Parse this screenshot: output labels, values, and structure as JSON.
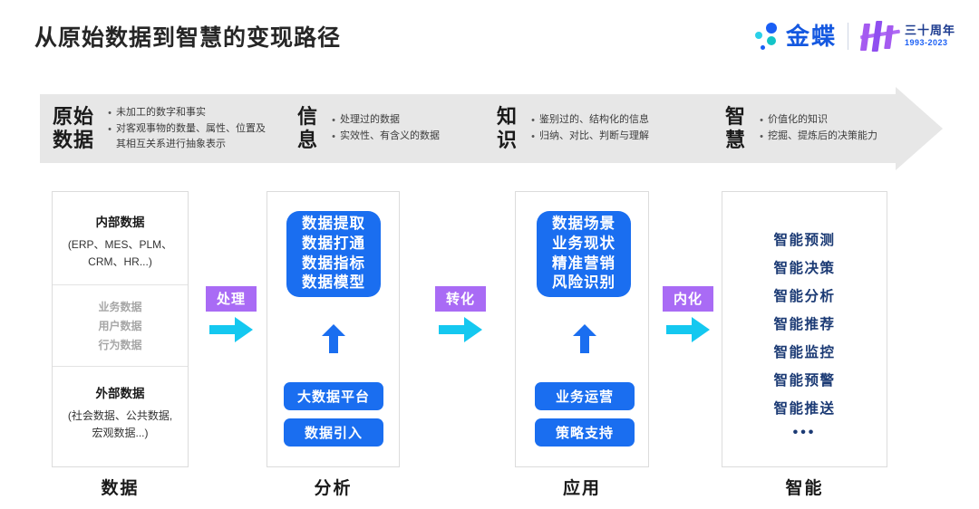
{
  "header": {
    "title": "从原始数据到智慧的变现路径",
    "brand": {
      "name": "金蝶",
      "anniversary_top": "三十周年",
      "anniversary_bottom": "1993-2023"
    }
  },
  "banner": {
    "stages": [
      {
        "head": "原始\n数据",
        "head_line1": "原始",
        "head_line2": "数据",
        "bullets": [
          "未加工的数字和事实",
          "对客观事物的数量、属性、位置及其相互关系进行抽象表示"
        ]
      },
      {
        "head_line1": "信",
        "head_line2": "息",
        "bullets": [
          "处理过的数据",
          "实效性、有含义的数据"
        ]
      },
      {
        "head_line1": "知",
        "head_line2": "识",
        "bullets": [
          "鉴别过的、结构化的信息",
          "归纳、对比、判断与理解"
        ]
      },
      {
        "head_line1": "智",
        "head_line2": "慧",
        "bullets": [
          "价值化的知识",
          "挖掘、提炼后的决策能力"
        ]
      }
    ]
  },
  "columns": {
    "data": {
      "footer": "数据",
      "internal_title": "内部数据",
      "internal_sub_line1": "(ERP、MES、PLM、",
      "internal_sub_line2": "CRM、HR...)",
      "middle_items": [
        "业务数据",
        "用户数据",
        "行为数据"
      ],
      "external_title": "外部数据",
      "external_sub_line1": "(社会数据、公共数据,",
      "external_sub_line2": "宏观数据...)"
    },
    "analysis": {
      "footer": "分析",
      "box_items": [
        "数据提取",
        "数据打通",
        "数据指标",
        "数据模型"
      ],
      "pills": [
        "大数据平台",
        "数据引入"
      ]
    },
    "application": {
      "footer": "应用",
      "box_items": [
        "数据场景",
        "业务现状",
        "精准营销",
        "风险识别"
      ],
      "pills": [
        "业务运营",
        "策略支持"
      ]
    },
    "intelligence": {
      "footer": "智能",
      "items": [
        "智能预测",
        "智能决策",
        "智能分析",
        "智能推荐",
        "智能监控",
        "智能预警",
        "智能推送",
        "•••"
      ]
    }
  },
  "transitions": [
    {
      "label": "处理"
    },
    {
      "label": "转化"
    },
    {
      "label": "内化"
    }
  ],
  "colors": {
    "accent_blue": "#1a6ef0",
    "badge_purple": "#a96bf5",
    "arrow_cyan": "#14c8f0",
    "navy": "#1b3a74",
    "banner_grey": "#e7e7e7"
  }
}
